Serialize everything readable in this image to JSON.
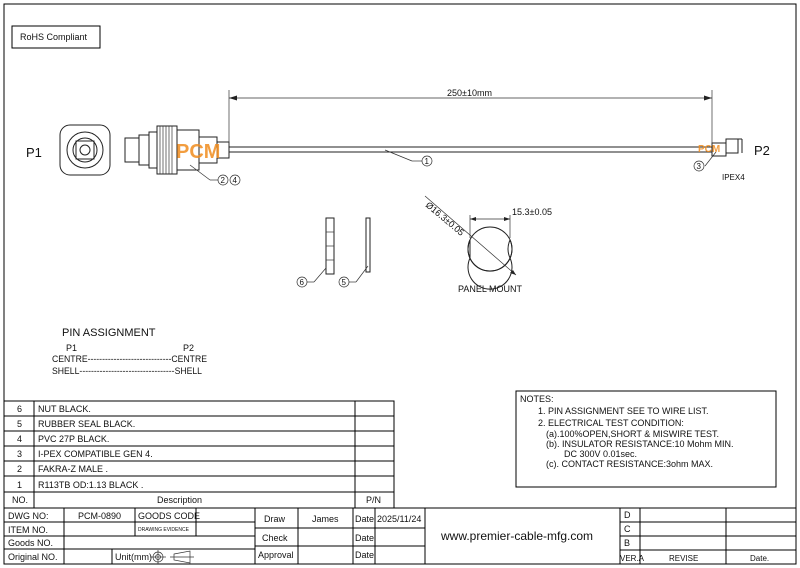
{
  "rohs": "RoHS Compliant",
  "dimensions": {
    "length": "250±10mm",
    "diameter": "Ø16.3±0.05",
    "flat": "15.3±0.05"
  },
  "labels": {
    "p1": "P1",
    "p2": "P2",
    "ipex": "IPEX4",
    "panel_mount": "PANEL MOUNT"
  },
  "callouts": {
    "c1": "1",
    "c2_4": "2",
    "c2_4b": "4",
    "c3": "3",
    "c5": "5",
    "c6": "6"
  },
  "watermark": "PCM",
  "pin_assignment": {
    "title": "PIN  ASSIGNMENT",
    "col_p1": "P1",
    "col_p2": "P2",
    "row1": "CENTRE-----------------------------CENTRE",
    "row2": "SHELL---------------------------------SHELL"
  },
  "bom": {
    "rows": [
      {
        "no": "6",
        "desc": "NUT BLACK."
      },
      {
        "no": "5",
        "desc": "RUBBER SEAL BLACK."
      },
      {
        "no": "4",
        "desc": "PVC 27P BLACK."
      },
      {
        "no": "3",
        "desc": "I-PEX COMPATIBLE GEN 4."
      },
      {
        "no": "2",
        "desc": "FAKRA-Z MALE ."
      },
      {
        "no": "1",
        "desc": "R113TB  OD:1.13 BLACK ."
      }
    ],
    "header": {
      "no": "NO.",
      "desc": "Description",
      "pn": "P/N"
    }
  },
  "notes": {
    "title": "NOTES:",
    "lines": [
      "1. PIN ASSIGNMENT SEE TO WIRE LIST.",
      "2. ELECTRICAL TEST CONDITION:",
      "(a).100%OPEN,SHORT & MISWIRE TEST.",
      "(b). INSULATOR RESISTANCE:10 Mohm MIN.",
      "DC 300V 0.01sec.",
      "(c). CONTACT RESISTANCE:3ohm MAX."
    ]
  },
  "title_block": {
    "dwg_no_label": "DWG NO:",
    "dwg_no": "PCM-0890",
    "goods_code": "GOODS CODE",
    "item_no_label": "ITEM NO.",
    "drawing_evidence": "DRAWING EVIDENCE",
    "goods_no_label": "Goods NO.",
    "original_no_label": "Original NO.",
    "unit": "Unit(mm)",
    "draw_label": "Draw",
    "draw_name": "James",
    "check_label": "Check",
    "approval_label": "Approval",
    "date_label": "Date",
    "date_value": "2025/11/24",
    "website": "www.premier-cable-mfg.com",
    "rev_d": "D",
    "rev_c": "C",
    "rev_b": "B",
    "ver": "VER.A",
    "revise": "REVISE",
    "date_short": "Date."
  }
}
